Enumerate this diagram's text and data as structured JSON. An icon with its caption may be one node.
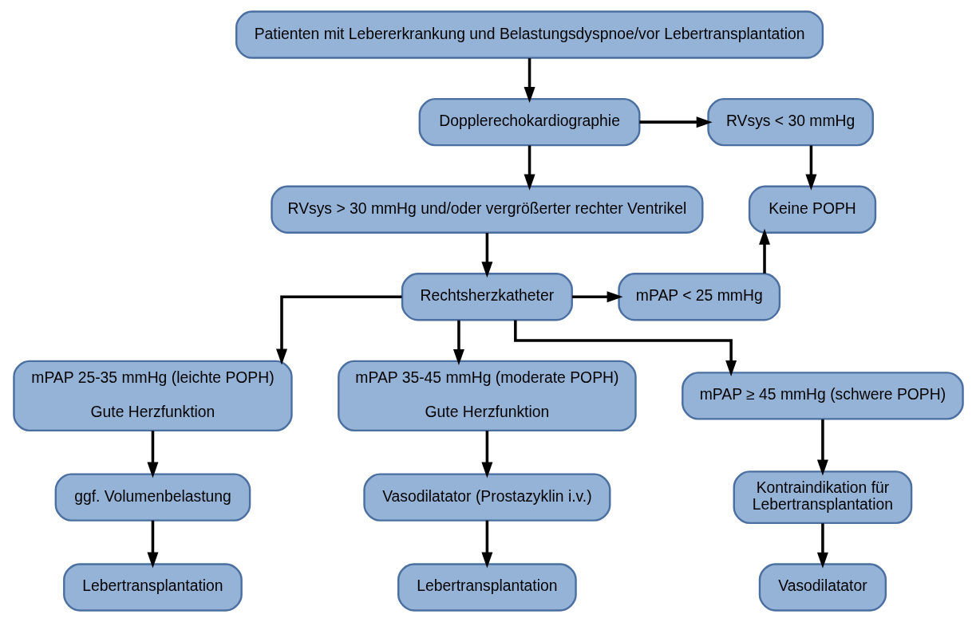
{
  "diagram": {
    "nodes": [
      {
        "text": [
          "Patienten mit Lebererkrankung und Belastungsdyspnoe/vor Lebertransplantation"
        ]
      },
      {
        "text": [
          "Dopplerechokardiographie"
        ]
      },
      {
        "text": [
          "RVsys < 30 mmHg"
        ]
      },
      {
        "text": [
          "Keine POPH"
        ]
      },
      {
        "text": [
          "RVsys > 30 mmHg und/oder vergrößerter rechter Ventrikel"
        ]
      },
      {
        "text": [
          "Rechtsherzkatheter"
        ]
      },
      {
        "text": [
          "mPAP < 25 mmHg"
        ]
      },
      {
        "text": [
          "mPAP 25-35 mmHg (leichte POPH)",
          "Gute Herzfunktion"
        ]
      },
      {
        "text": [
          "mPAP 35-45 mmHg (moderate POPH)",
          "Gute Herzfunktion"
        ]
      },
      {
        "text": [
          "mPAP ≥ 45 mmHg (schwere POPH)"
        ]
      },
      {
        "text": [
          "ggf. Volumenbelastung"
        ]
      },
      {
        "text": [
          "Vasodilatator (Prostazyklin i.v.)"
        ]
      },
      {
        "text": [
          "Kontraindikation für Lebertransplantation"
        ]
      },
      {
        "text": [
          "Lebertransplantation"
        ]
      },
      {
        "text": [
          "Lebertransplantation"
        ]
      },
      {
        "text": [
          "Vasodilatator"
        ]
      }
    ],
    "edges": [
      {
        "from": 0,
        "to": 1,
        "arrow": "to"
      },
      {
        "from": 1,
        "to": 2,
        "arrow": "to"
      },
      {
        "from": 2,
        "to": 3,
        "arrow": "to"
      },
      {
        "from": 1,
        "to": 4,
        "arrow": "to"
      },
      {
        "from": 4,
        "to": 5,
        "arrow": "to"
      },
      {
        "from": 5,
        "to": 6,
        "arrow": "to"
      },
      {
        "from": 6,
        "to": 3,
        "arrow": "to"
      },
      {
        "from": 5,
        "to": 7,
        "arrow": "to"
      },
      {
        "from": 5,
        "to": 8,
        "arrow": "to"
      },
      {
        "from": 5,
        "to": 9,
        "arrow": "to"
      },
      {
        "from": 7,
        "to": 10,
        "arrow": "to"
      },
      {
        "from": 8,
        "to": 11,
        "arrow": "to"
      },
      {
        "from": 9,
        "to": 12,
        "arrow": "to"
      },
      {
        "from": 10,
        "to": 13,
        "arrow": "to"
      },
      {
        "from": 11,
        "to": 14,
        "arrow": "to"
      },
      {
        "from": 12,
        "to": 15,
        "arrow": "to"
      }
    ]
  }
}
